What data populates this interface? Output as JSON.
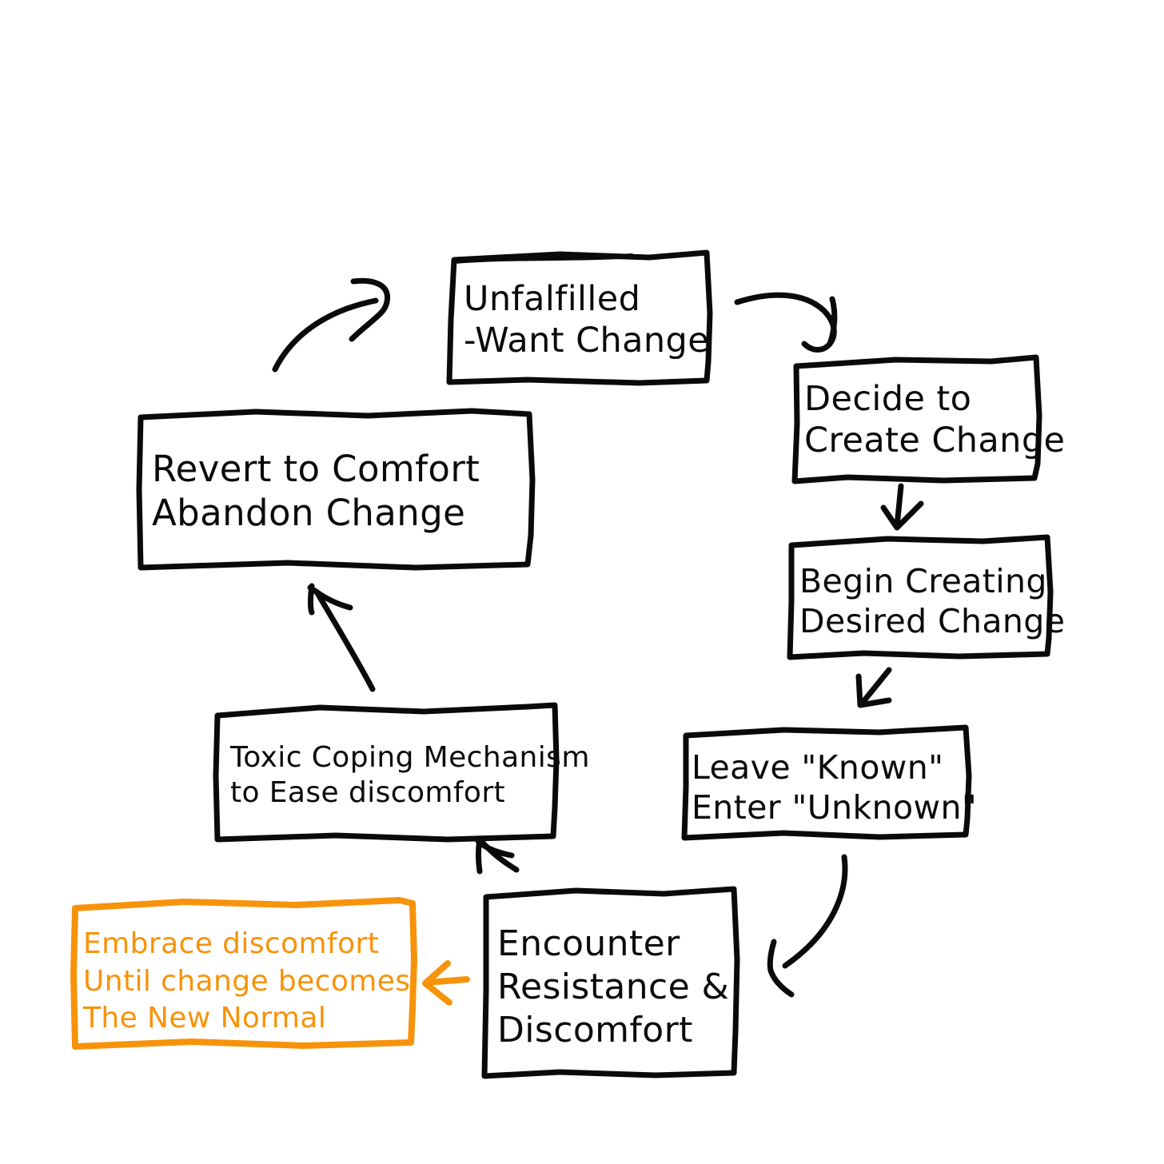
{
  "diagram": {
    "title": "Change Cycle Sketch",
    "style": "hand-drawn whiteboard flowchart",
    "background_color": "#ffffff",
    "ink_color": "#0a0a0a",
    "accent_color": "#F7930A"
  },
  "nodes": {
    "unfulfilled": {
      "id": "unfulfilled",
      "color": "#0a0a0a",
      "lines": [
        "Unfalfilled",
        "-Want Change"
      ],
      "line1": "Unfalfilled",
      "line2": "-Want Change"
    },
    "decide": {
      "id": "decide",
      "color": "#0a0a0a",
      "lines": [
        "Decide to",
        "Create Change"
      ],
      "line1": "Decide to",
      "line2": "Create Change"
    },
    "begin": {
      "id": "begin",
      "color": "#0a0a0a",
      "lines": [
        "Begin Creating",
        "Desired Change"
      ],
      "line1": "Begin Creating",
      "line2": "Desired Change"
    },
    "leave": {
      "id": "leave",
      "color": "#0a0a0a",
      "lines": [
        "Leave \"Known\"",
        "Enter \"Unknown\""
      ],
      "line1": "Leave \"Known\"",
      "line2": "Enter \"Unknown\""
    },
    "encounter": {
      "id": "encounter",
      "color": "#0a0a0a",
      "lines": [
        "Encounter",
        "Resistance &",
        "Discomfort"
      ],
      "line1": "Encounter",
      "line2": "Resistance &",
      "line3": "Discomfort"
    },
    "toxic": {
      "id": "toxic",
      "color": "#0a0a0a",
      "lines": [
        "Toxic Coping Mechanism",
        "to Ease discomfort"
      ],
      "line1": "Toxic Coping Mechanism",
      "line2": "to Ease discomfort"
    },
    "revert": {
      "id": "revert",
      "color": "#0a0a0a",
      "lines": [
        "Revert to Comfort",
        "Abandon Change"
      ],
      "line1": "Revert to Comfort",
      "line2": "Abandon Change"
    },
    "embrace": {
      "id": "embrace",
      "color": "#F7930A",
      "lines": [
        "Embrace discomfort",
        "Until change becomes",
        "The New Normal"
      ],
      "line1": "Embrace discomfort",
      "line2": "Until change becomes",
      "line3": "The New Normal"
    }
  },
  "connectors": [
    {
      "id": "revert-to-unfulfilled",
      "from": "revert",
      "to": "unfulfilled",
      "shape": "curve-up-right",
      "color": "#0a0a0a"
    },
    {
      "id": "unfulfilled-to-decide",
      "from": "unfulfilled",
      "to": "decide",
      "shape": "curve-right-down",
      "color": "#0a0a0a"
    },
    {
      "id": "decide-to-begin",
      "from": "decide",
      "to": "begin",
      "shape": "straight-down",
      "color": "#0a0a0a"
    },
    {
      "id": "begin-to-leave",
      "from": "begin",
      "to": "leave",
      "shape": "short-diagonal-down-left",
      "color": "#0a0a0a"
    },
    {
      "id": "leave-to-encounter",
      "from": "leave",
      "to": "encounter",
      "shape": "long-curve-down-left",
      "color": "#0a0a0a"
    },
    {
      "id": "encounter-to-toxic",
      "from": "encounter",
      "to": "toxic",
      "shape": "diagonal-up-left",
      "color": "#0a0a0a"
    },
    {
      "id": "toxic-to-revert",
      "from": "toxic",
      "to": "revert",
      "shape": "diagonal-up-left",
      "color": "#0a0a0a"
    },
    {
      "id": "encounter-to-embrace",
      "from": "encounter",
      "to": "embrace",
      "shape": "arrow-left",
      "color": "#F7930A"
    }
  ]
}
